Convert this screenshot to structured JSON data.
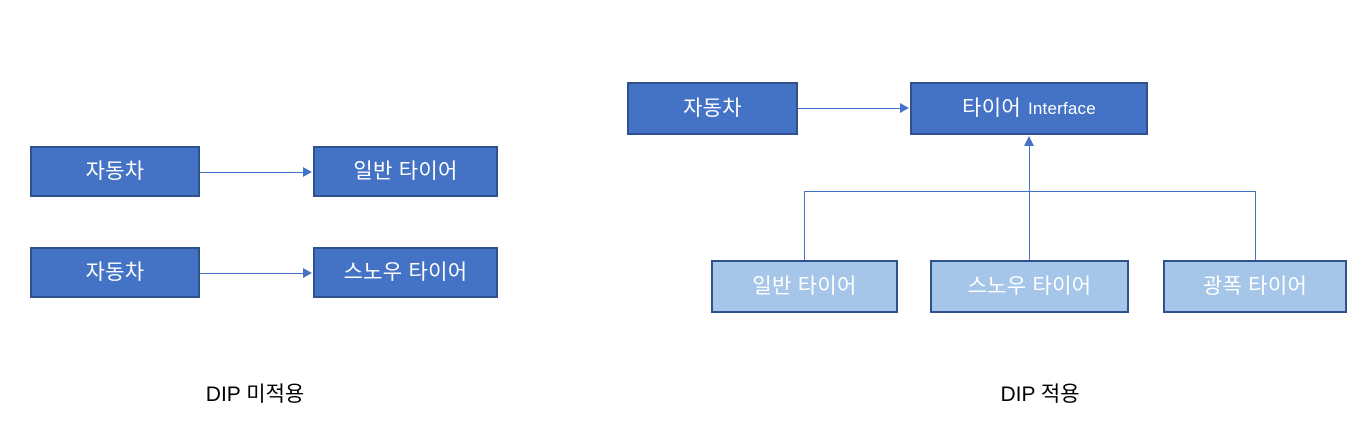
{
  "figure": {
    "title_left": "DIP 미적용",
    "title_right": "DIP 적용"
  },
  "colors": {
    "node_dark_fill": "#4472C4",
    "node_light_fill": "#A5C6E8",
    "node_border": "#2F528F",
    "connector": "#4472C4",
    "node_text": "#FFFFFF",
    "caption_text": "#000000",
    "background": "#FFFFFF"
  },
  "left_diagram": {
    "caption": "DIP 미적용",
    "rows": [
      {
        "source": "자동차",
        "target": "일반 타이어",
        "relation": "depends-on"
      },
      {
        "source": "자동차",
        "target": "스노우 타이어",
        "relation": "depends-on"
      }
    ]
  },
  "right_diagram": {
    "caption": "DIP 적용",
    "client": "자동차",
    "interface": {
      "label_korean": "타이어",
      "label_english": "Interface"
    },
    "implementations": [
      "일반 타이어",
      "스노우 타이어",
      "광폭 타이어"
    ],
    "relations": [
      {
        "from": "자동차",
        "to": "타이어 Interface",
        "relation": "depends-on"
      },
      {
        "from": "일반 타이어",
        "to": "타이어 Interface",
        "relation": "implements"
      },
      {
        "from": "스노우 타이어",
        "to": "타이어 Interface",
        "relation": "implements"
      },
      {
        "from": "광폭 타이어",
        "to": "타이어 Interface",
        "relation": "implements"
      }
    ]
  }
}
